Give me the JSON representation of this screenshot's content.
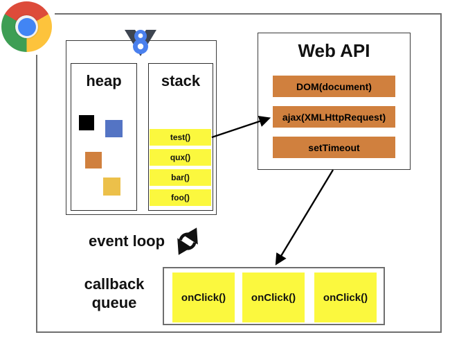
{
  "v8": {
    "heap": {
      "label": "heap"
    },
    "stack": {
      "label": "stack",
      "frames": [
        "test()",
        "qux()",
        "bar()",
        "foo()"
      ]
    }
  },
  "web_api": {
    "title": "Web API",
    "items": [
      "DOM(document)",
      "ajax(XMLHttpRequest)",
      "setTimeout"
    ]
  },
  "event_loop": {
    "label": "event loop"
  },
  "callback_queue": {
    "label_line1": "callback",
    "label_line2": "queue",
    "items": [
      "onClick()",
      "onClick()",
      "onClick()"
    ]
  },
  "icons": {
    "browser": "chrome-logo",
    "engine": "v8-logo",
    "loop": "sync-icon"
  },
  "colors": {
    "frame_yellow": "#fbf83e",
    "api_orange": "#d0803e",
    "heap_block_1": "#000000",
    "heap_block_2": "#5474c4",
    "heap_block_3": "#d0803e",
    "heap_block_4": "#ecc04a",
    "chrome_red": "#dd4b3a",
    "chrome_yellow": "#fdc33c",
    "chrome_green": "#3d9e54",
    "chrome_blue": "#4285f4",
    "v8_blue": "#4a80ee"
  }
}
